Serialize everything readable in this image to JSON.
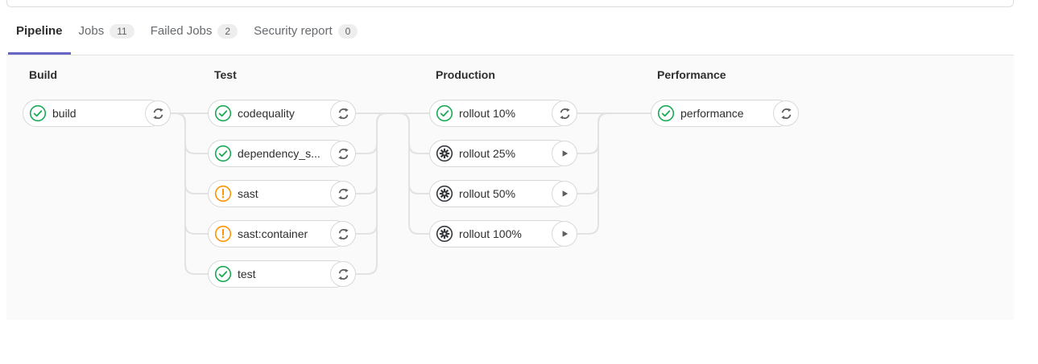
{
  "tabs": [
    {
      "label": "Pipeline",
      "badge": null,
      "active": true
    },
    {
      "label": "Jobs",
      "badge": "11",
      "active": false
    },
    {
      "label": "Failed Jobs",
      "badge": "2",
      "active": false
    },
    {
      "label": "Security report",
      "badge": "0",
      "active": false
    }
  ],
  "pipeline": {
    "stages": [
      {
        "name": "Build",
        "jobs": [
          {
            "label": "build",
            "status": "success",
            "action": "retry"
          }
        ]
      },
      {
        "name": "Test",
        "jobs": [
          {
            "label": "codequality",
            "status": "success",
            "action": "retry"
          },
          {
            "label": "dependency_s...",
            "status": "success",
            "action": "retry"
          },
          {
            "label": "sast",
            "status": "warning",
            "action": "retry"
          },
          {
            "label": "sast:container",
            "status": "warning",
            "action": "retry"
          },
          {
            "label": "test",
            "status": "success",
            "action": "retry"
          }
        ]
      },
      {
        "name": "Production",
        "jobs": [
          {
            "label": "rollout 10%",
            "status": "success",
            "action": "retry"
          },
          {
            "label": "rollout 25%",
            "status": "manual",
            "action": "play"
          },
          {
            "label": "rollout 50%",
            "status": "manual",
            "action": "play"
          },
          {
            "label": "rollout 100%",
            "status": "manual",
            "action": "play"
          }
        ]
      },
      {
        "name": "Performance",
        "jobs": [
          {
            "label": "performance",
            "status": "success",
            "action": "retry"
          }
        ]
      }
    ]
  },
  "icons": {
    "success": "check-circle-icon",
    "warning": "exclamation-circle-icon",
    "manual": "gear-circle-icon",
    "retry": "retry-icon",
    "play": "play-icon"
  },
  "colors": {
    "success": "#1aaa55",
    "warning": "#fc9403",
    "manual": "#35383d",
    "action_gray": "#5e5e5e",
    "tab_active_underline": "#6666c4",
    "connector_line": "#e2e2e2",
    "graph_background": "#fafafa"
  }
}
